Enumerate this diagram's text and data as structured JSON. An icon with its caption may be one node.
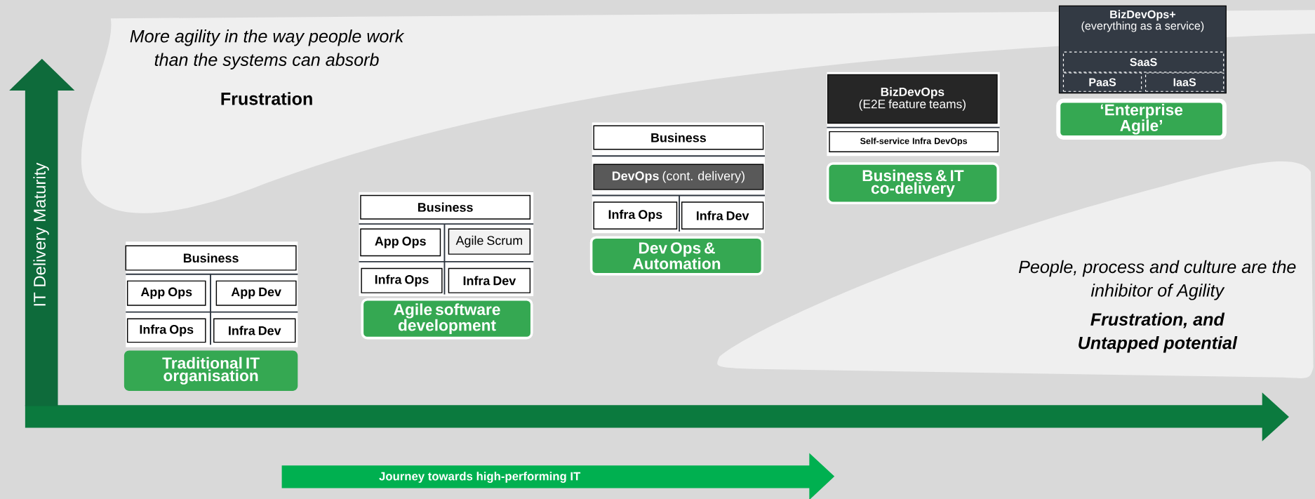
{
  "diagram": {
    "nodes": [
      {
        "text": [
          "More agility in the way people work than the systems can absorb",
          "Frustration"
        ]
      },
      {
        "text": [
          "IT Delivery Maturity"
        ]
      },
      {
        "text": [
          "Business"
        ]
      },
      {
        "text": [
          "App Ops"
        ]
      },
      {
        "text": [
          "App Dev"
        ]
      },
      {
        "text": [
          "Infra Ops"
        ]
      },
      {
        "text": [
          "Infra Dev"
        ]
      },
      {
        "text": [
          "Traditional IT organisation"
        ]
      },
      {
        "text": [
          "Business"
        ]
      },
      {
        "text": [
          "App Ops"
        ]
      },
      {
        "text": [
          "Agile Scrum"
        ]
      },
      {
        "text": [
          "Infra Ops"
        ]
      },
      {
        "text": [
          "Infra Dev"
        ]
      },
      {
        "text": [
          "Agile software development"
        ]
      },
      {
        "text": [
          "Business"
        ]
      },
      {
        "text": [
          "**DevOps** (cont. delivery)"
        ]
      },
      {
        "text": [
          "Infra Ops"
        ]
      },
      {
        "text": [
          "Infra Dev"
        ]
      },
      {
        "text": [
          "Dev Ops & Automation"
        ]
      },
      {
        "text": [
          "BizDevOps",
          "(E2E feature teams)"
        ]
      },
      {
        "text": [
          "Self-service Infra DevOps"
        ]
      },
      {
        "text": [
          "Business & IT co-delivery"
        ]
      },
      {
        "text": [
          "BizDevOps+",
          "(everything as a service)"
        ]
      },
      {
        "text": [
          "SaaS"
        ],
        "in": 22
      },
      {
        "text": [
          "PaaS"
        ],
        "in": 22
      },
      {
        "text": [
          "IaaS"
        ],
        "in": 22
      },
      {
        "text": [
          "‘Enterprise Agile’"
        ]
      },
      {
        "text": [
          "People, process and culture are the inhibitor of Agility",
          "Frustration, and Untapped potential"
        ]
      },
      {
        "text": [
          "Journey towards high-performing IT"
        ]
      }
    ]
  }
}
